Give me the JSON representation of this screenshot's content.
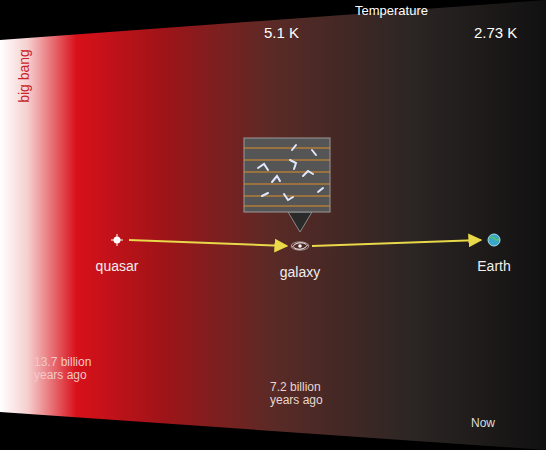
{
  "diagram": {
    "nodes": [
      {
        "text": [
          "quasar"
        ]
      },
      {
        "text": [
          "galaxy"
        ]
      },
      {
        "text": [
          "Earth"
        ]
      }
    ],
    "edges": [
      {
        "from": 0,
        "to": 1,
        "arrow": "to"
      },
      {
        "from": 1,
        "to": 2,
        "arrow": "to"
      }
    ],
    "labels": [
      "Temperature",
      "5.1 K",
      "2.73 K",
      "big bang",
      "13.7 billion years ago",
      "7.2 billion years ago",
      "Now"
    ]
  }
}
